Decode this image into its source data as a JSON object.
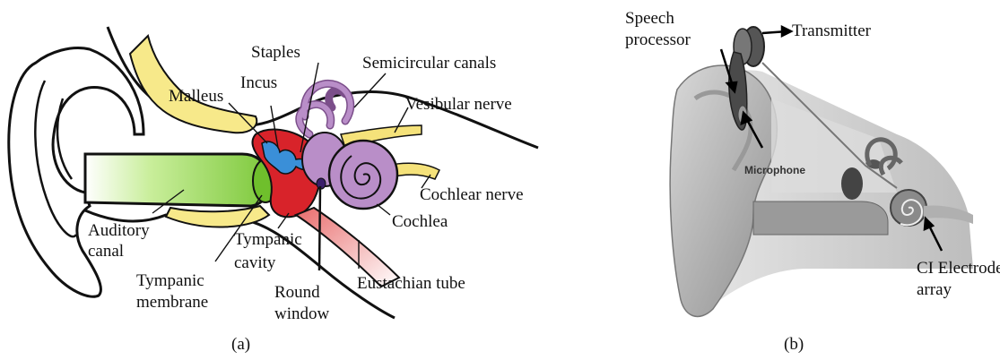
{
  "panel_a": {
    "caption": "(a)",
    "labels": {
      "staples": "Staples",
      "semicircular_canals": "Semicircular canals",
      "malleus": "Malleus",
      "incus": "Incus",
      "vestibular_nerve": "Vesibular nerve",
      "cochlear_nerve": "Cochlear nerve",
      "cochlea": "Cochlea",
      "auditory_canal_1": "Auditory",
      "auditory_canal_2": "canal",
      "tympanic_cavity_1": "Tympanic",
      "tympanic_cavity_2": "cavity",
      "eustachian_tube": "Eustachian tube",
      "tympanic_membrane_1": "Tympanic",
      "tympanic_membrane_2": "membrane",
      "round_window_1": "Round",
      "round_window_2": "window"
    },
    "colors": {
      "canal": "#8fd44a",
      "nerve": "#f5e27a",
      "middle_ear": "#d8232a",
      "ossicles": "#3a8fd8",
      "cochlea": "#b98ec8",
      "tube": "#e87a7a"
    }
  },
  "panel_b": {
    "caption": "(b)",
    "labels": {
      "speech_1": "Speech",
      "speech_2": "processor",
      "transmitter": "Transmitter",
      "microphone": "Microphone",
      "ci_1": "CI Electrode",
      "ci_2": "array"
    }
  }
}
